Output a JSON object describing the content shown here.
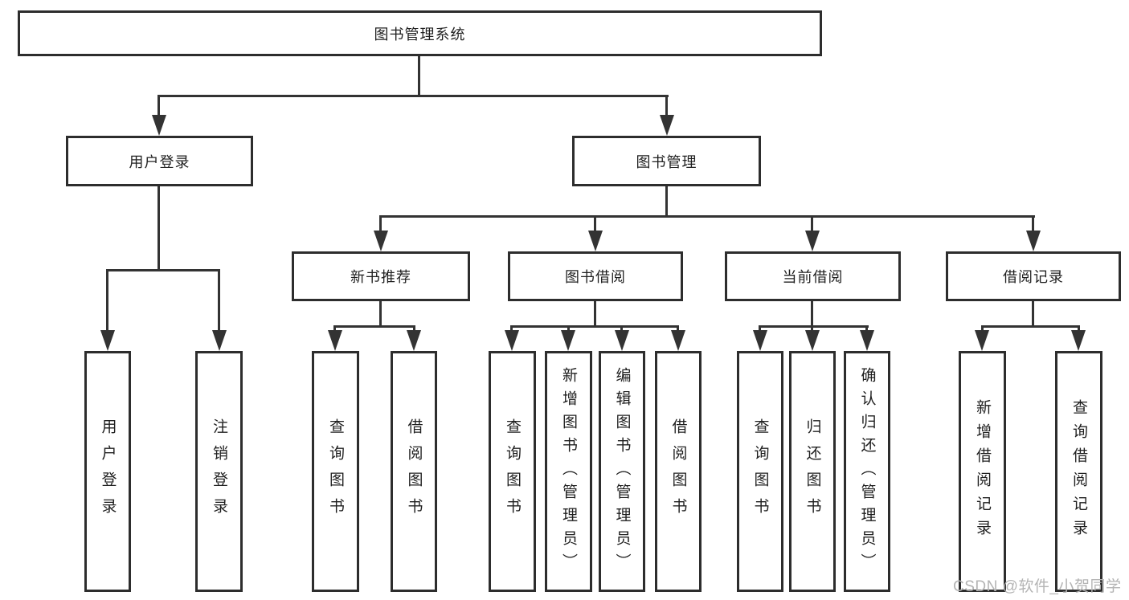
{
  "title": {
    "label": "图书管理系统"
  },
  "branches": {
    "user": {
      "label": "用户登录",
      "children": [
        "用户登录",
        "注销登录"
      ]
    },
    "book": {
      "label": "图书管理"
    }
  },
  "modules": [
    {
      "label": "新书推荐",
      "children": [
        "查询图书",
        "借阅图书"
      ]
    },
    {
      "label": "图书借阅",
      "children": [
        "查询图书",
        "新增图书（管理员）",
        "编辑图书（管理员）",
        "借阅图书"
      ]
    },
    {
      "label": "当前借阅",
      "children": [
        "查询图书",
        "归还图书",
        "确认归还（管理员）"
      ]
    },
    {
      "label": "借阅记录",
      "children": [
        "新增借阅记录",
        "查询借阅记录"
      ]
    }
  ],
  "watermark": "CSDN @软件_小贺同学",
  "colors": {
    "line": "#333333",
    "border": "#2d2d2d",
    "text": "#1f1f1f",
    "watermark_text": "#b4b4b4",
    "background": "#ffffff"
  }
}
